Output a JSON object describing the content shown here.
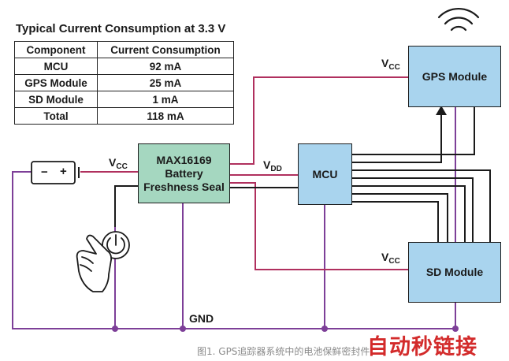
{
  "table": {
    "title": "Typical Current Consumption at 3.3 V",
    "headers": [
      "Component",
      "Current Consumption"
    ],
    "rows": [
      [
        "MCU",
        "92 mA"
      ],
      [
        "GPS Module",
        "25 mA"
      ],
      [
        "SD Module",
        "1 mA"
      ],
      [
        "Total",
        "118 mA"
      ]
    ]
  },
  "blocks": {
    "gps": "GPS Module",
    "sd": "SD Module",
    "mcu": "MCU",
    "seal_line1": "MAX16169",
    "seal_line2": "Battery",
    "seal_line3": "Freshness Seal"
  },
  "labels": {
    "vcc_main": "V",
    "vcc_main_sub": "CC",
    "vdd": "V",
    "vdd_sub": "DD",
    "vcc_gps": "V",
    "vcc_gps_sub": "CC",
    "vcc_sd": "V",
    "vcc_sd_sub": "CC",
    "gnd": "GND",
    "battery_minus": "−",
    "battery_plus": "+"
  },
  "caption": "图1. GPS追踪器系统中的电池保鲜密封件",
  "watermark": "自动秒链接",
  "colors": {
    "block_blue": "#a9d4ee",
    "block_green": "#a5d7c0",
    "power_wire": "#b0305e",
    "ground_wire": "#7d3f98",
    "signal_wire": "#1a1a1a",
    "watermark": "#d32b2b"
  }
}
